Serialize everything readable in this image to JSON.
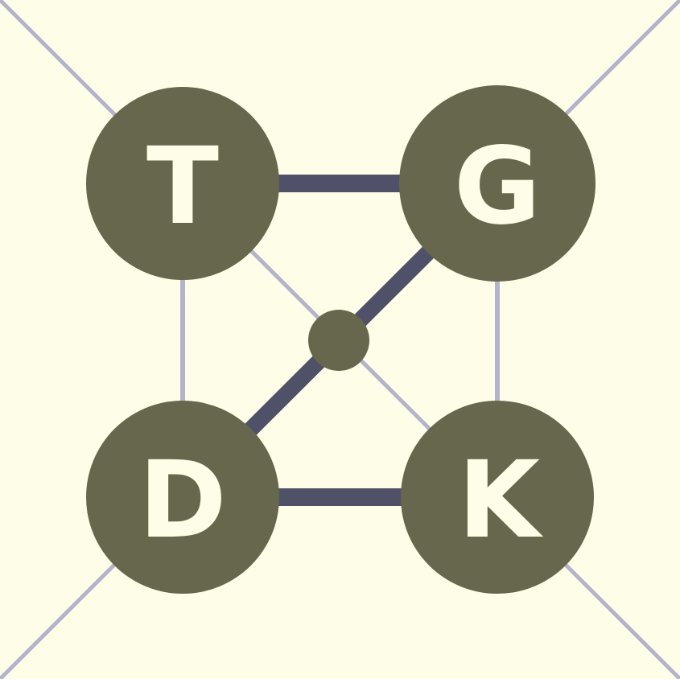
{
  "colors": {
    "background": "#fefee8",
    "node_fill": "#66674d",
    "letter": "#fefee8",
    "thick_edge": "#505168",
    "thin_edge": "#b3b3cc"
  },
  "nodes": [
    {
      "id": "top-left",
      "letter": "T"
    },
    {
      "id": "top-right",
      "letter": "G"
    },
    {
      "id": "bottom-left",
      "letter": "D"
    },
    {
      "id": "bottom-right",
      "letter": "K"
    }
  ],
  "center_node": {
    "id": "center"
  },
  "edges": [
    {
      "from": "T",
      "to": "G",
      "style": "thick"
    },
    {
      "from": "D",
      "to": "K",
      "style": "thick"
    },
    {
      "from": "G",
      "to": "D",
      "style": "thick",
      "via": "center"
    },
    {
      "from": "T",
      "to": "D",
      "style": "thin"
    },
    {
      "from": "G",
      "to": "K",
      "style": "thin"
    },
    {
      "from": "T",
      "to": "K",
      "style": "thin",
      "via": "center"
    }
  ]
}
